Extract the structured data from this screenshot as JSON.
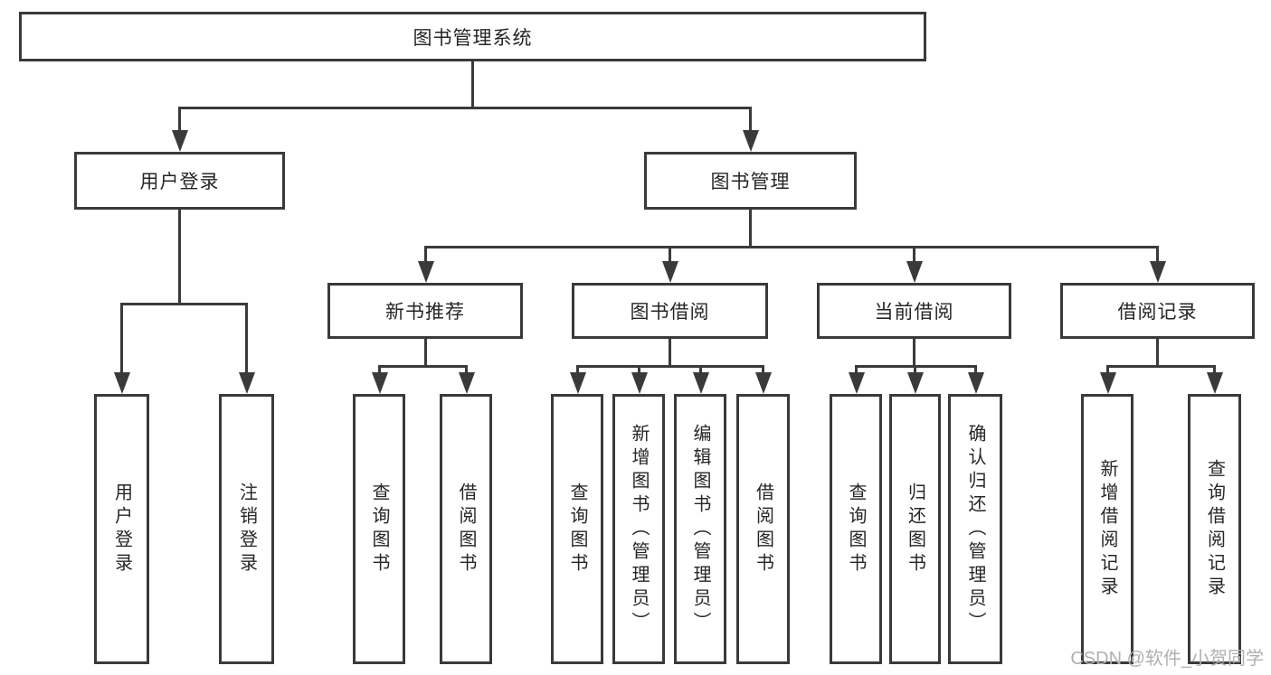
{
  "title": "图书管理系统",
  "level2": {
    "user_login": "用户登录",
    "book_management": "图书管理"
  },
  "level3": {
    "new_book_recommend": "新书推荐",
    "book_borrowing": "图书借阅",
    "current_borrowing": "当前借阅",
    "borrowing_records": "借阅记录"
  },
  "leaves": {
    "user_login": "用户登录",
    "logout": "注销登录",
    "recommend_query_book": "查询图书",
    "recommend_borrow_book": "借阅图书",
    "borrowing_query_book": "查询图书",
    "borrowing_add_book": "新增图书（管理员）",
    "borrowing_edit_book": "编辑图书（管理员）",
    "borrowing_borrow_book": "借阅图书",
    "current_query_book": "查询图书",
    "current_return_book": "归还图书",
    "current_confirm_return": "确认归还（管理员）",
    "records_add_record": "新增借阅记录",
    "records_query_record": "查询借阅记录"
  },
  "watermark": "CSDN @软件_小贺同学",
  "colors": {
    "line": "#3a3a3a",
    "text": "#262626",
    "background": "#ffffff",
    "watermark": "#b0b0b0"
  }
}
